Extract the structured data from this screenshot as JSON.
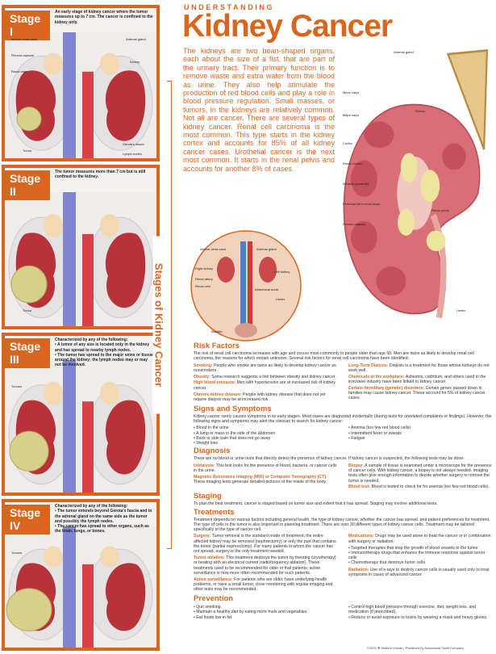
{
  "header": {
    "overline": "UNDERSTANDING",
    "title": "Kidney Cancer"
  },
  "intro": "The kidneys are two bean-shaped organs, each about the size of a fist, that are part of the urinary tract. Their primary function is to remove waste and extra water from the blood as urine. They also help stimulate the production of red blood cells and play a role in blood pressure regulation. Small masses, or tumors, in the kidneys are relatively common. Not all are cancer. There are several types of kidney cancer. Renal cell carcinoma is the most common. This type starts in the kidney cortex and accounts for 85% of all kidney cancer cases. Urothelial cancer is the next most common. It starts in the renal pelvis and accounts for another 8% of cases.",
  "stages_label": "Stages of Kidney Cancer",
  "stages": [
    {
      "tag": "Stage I",
      "desc": "An early stage of kidney cancer where the tumor measures up to 7 cm. The cancer is confined to the kidney only.",
      "labels": [
        "Inferior vena cava",
        "Adrenal gland",
        "Fibrous capsule",
        "Kidney",
        "Renal vein",
        "Gerota's fascia",
        "Tumor",
        "Lymph nodes"
      ]
    },
    {
      "tag": "Stage II",
      "desc": "The tumor measures more than 7 cm but is still confined to the kidney.",
      "labels": [
        "Tumor"
      ]
    },
    {
      "tag": "Stage III",
      "intro": "Characterized by any of the following:",
      "bullets": [
        "A tumor of any size is located only in the kidney and has spread to nearby lymph nodes.",
        "The tumor has spread to the major veins or tissue around the kidney; the lymph nodes may or may not be involved."
      ],
      "labels": [
        "Tumors"
      ]
    },
    {
      "tag": "Stage IV",
      "intro": "Characterized by any of the following:",
      "bullets": [
        "The tumor extends beyond Gerota's fascia and to the adrenal gland on the same side as the tumor and possibly the lymph nodes.",
        "The cancer has spread to other organs, such as the brain, lungs, or bones."
      ],
      "labels": [
        "Tumors"
      ]
    }
  ],
  "kidney_labels": {
    "adrenal": "Adrenal gland",
    "minor": "Minor calyx",
    "major": "Major calyx",
    "kidney": "Kidney",
    "cortex": "Cortex",
    "column": "Renal column",
    "medulla": "Medulla (pyramid)",
    "fat": "Perirenal fat in renal sinus",
    "capsule": "Fibrous capsule",
    "pelvis": "Renal pelvis",
    "ureter": "Ureter"
  },
  "inset_labels": {
    "ivc": "Inferior vena cava",
    "adrenal": "Adrenal gland",
    "rk": "Right kidney",
    "lk": "Left kidney",
    "ra": "Renal artery",
    "rv": "Renal vein",
    "aorta": "Abdominal aorta",
    "ureter": "Ureter",
    "bladder": "Bladder"
  },
  "risk": {
    "title": "Risk Factors",
    "intro": "The risk of renal cell carcinoma increases with age and occurs most commonly in people older than age 50. Men are twice as likely to develop renal cell carcinoma, the reasons for which remain unknown. Several risk factors for renal cell carcinoma have been identified:",
    "left": [
      {
        "k": "Smoking:",
        "t": " People who smoke are twice as likely to develop kidney cancer as nonsmokers."
      },
      {
        "k": "Obesity:",
        "t": " Some research suggests a link between obesity and kidney cancer."
      },
      {
        "k": "High blood pressure:",
        "t": " Men with hypertension are at increased risk of kidney cancer."
      },
      {
        "k": "Chronic kidney disease:",
        "t": " People with kidney disease that does not yet require dialysis may be at increased risk."
      }
    ],
    "right": [
      {
        "k": "Long-Term Dialysis:",
        "t": " Dialysis is a treatment for those whose kidneys do not work well."
      },
      {
        "k": "Chemicals in the workplace:",
        "t": " Asbestos, cadmium, and others used in the iron/steel industry have been linked to kidney cancer."
      },
      {
        "k": "Certain hereditary (genetic) disorders:",
        "t": " Certain genes passed down in families may cause kidney cancer. These account for 5% of kidney cancer cases."
      }
    ]
  },
  "signs": {
    "title": "Signs and Symptoms",
    "intro": "Kidney cancer rarely causes symptoms in its early stages. Most cases are diagnosed incidentally (during tests for unrelated complaints or findings). However, the following signs and symptoms may alert the clinician to search for kidney cancer:",
    "left": [
      "Blood in the urine",
      "A lump or mass in the side of the abdomen",
      "Back or side pain that does not go away",
      "Weight loss"
    ],
    "right": [
      "Anemia (too few red blood cells)",
      "Intermittent fever or sweats",
      "Fatigue"
    ]
  },
  "diagnosis": {
    "title": "Diagnosis",
    "intro": "There are no blood or urine tests that directly detect the presence of kidney cancer. If kidney cancer is suspected, the following tests may be done:",
    "left": [
      {
        "k": "Urinalysis:",
        "t": " This test looks for the presence of blood, bacteria, or cancer cells in the urine."
      },
      {
        "k": "Magnetic Resonance Imaging (MRI) or Computer Tomography (CT):",
        "t": " These imaging tests generate detailed pictures of the inside of the body."
      }
    ],
    "right": [
      {
        "k": "Biopsy:",
        "t": " A sample of tissue is examined under a microscope for the presence of cancer cells. With kidney cancer, a biopsy is not always needed. Imaging tests often give enough information to decide whether surgery to remove the tumor is needed."
      },
      {
        "k": "Blood test:",
        "t": " Blood is tested to check for for anemia (too few red blood cells)."
      }
    ]
  },
  "staging": {
    "title": "Staging",
    "text": "To plan the best treatment, cancer is staged based on tumor size and extent that it has spread. Staging may involve additional tests."
  },
  "treatments": {
    "title": "Treatments",
    "intro": "Treatment depends on various factors including general health, the type of kidney cancer, whether the cancer has spread, and patient preferences for treatment. The type of cells in the tumor is also important in planning treatment. There are over 30 different types of kidney cancer cells. Treatment may be tailored specifically to the type of cancer cell.",
    "left": [
      {
        "k": "Surgery:",
        "t": " Tumor removal is the standard mode of treatment; the entire affected kidney may be removed (nephrectomy) or only the part that contains the tumor (partial nephrectomy). For many patients in whom the cancer has not spread, surgery is the only treatment needed."
      },
      {
        "k": "Tumor ablation:",
        "t": " This treatment destroys the tumor by freezing (cryotherapy) or heating with an electrical current (radiofrequency ablation). These treatments used to be recommended for older or frail patients; active surveillance is now more often recommended for such patients."
      },
      {
        "k": "Active surveillance:",
        "t": " For patients who are older, have underlying health problems, or have a small tumor, close monitoring with regular imaging and other tests may be recommended."
      }
    ],
    "med": {
      "k": "Medications:",
      "t": " Drugs may be used alone to treat the cancer or in combination with surgery or radiation:"
    },
    "med_bullets": [
      "Targeted therapies that stop the growth of blood vessels to the tumor",
      "Immunotherapy drugs that enhance the immune response against tumor cells",
      "Chemotherapy that destroys tumor cells"
    ],
    "rad": {
      "k": "Radiation:",
      "t": " Use of x-rays to destroy cancer cells is usually used only to treat symptoms in cases of advanced cancer."
    }
  },
  "prevention": {
    "title": "Prevention",
    "left": [
      "Quit smoking.",
      "Maintain a healthy diet by eating more fruits and vegetables.",
      "Eat foods low in fat."
    ],
    "right": [
      "Control high blood pressure through exercise, diet, weight loss, and medication (if prescribed).",
      "Reduce or avoid exposure to toxins by wearing a mask and heavy gloves."
    ]
  },
  "footer": {
    "copyright": "©2022",
    "brand": "Wolters Kluwer",
    "publisher": "Published by Anatomical Chart Company"
  },
  "colors": {
    "accent": "#d9661f",
    "kidney": "#c9606a",
    "vein": "#6f7fd0",
    "artery": "#d23a3a",
    "tumor": "#d8cf8a"
  }
}
